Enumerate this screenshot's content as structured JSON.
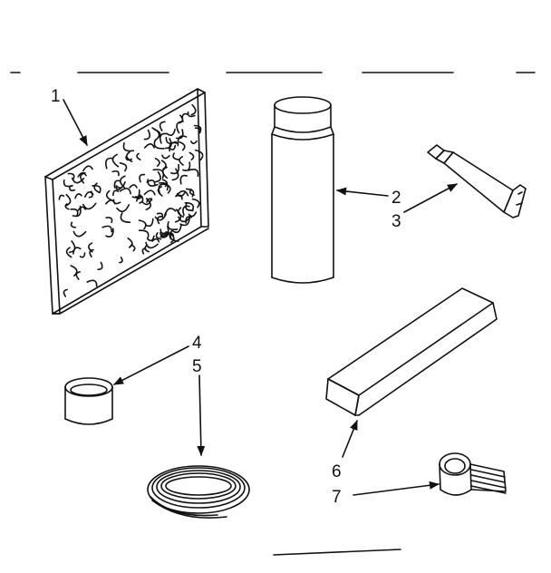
{
  "diagram": {
    "callouts": {
      "c1": "1",
      "c2": "2",
      "c3": "3",
      "c4": "4",
      "c5": "5",
      "c6": "6",
      "c7": "7"
    },
    "ink_color": "#111111",
    "background": "#ffffff"
  }
}
